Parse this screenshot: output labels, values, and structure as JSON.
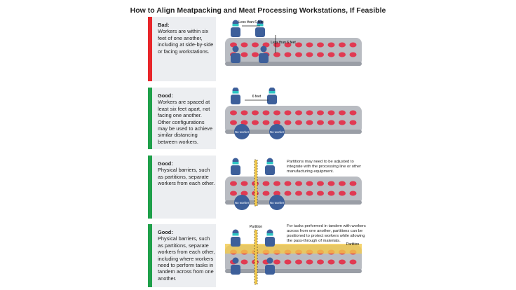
{
  "title": "How to Align Meatpacking and Meat Processing Workstations, If Feasible",
  "colors": {
    "bad": "#e8262a",
    "good": "#1fa04a",
    "belt": "#b9bcc2",
    "meat": "#e13a52",
    "worker": "#3d5f9a",
    "mask": "#2ec4c4",
    "partition": "#f2c94c"
  },
  "panels": [
    {
      "status": "Bad:",
      "text": "Workers are within six feet of one another, including at side-by-side or facing workstations."
    },
    {
      "status": "Good:",
      "text": "Workers are spaced at least six feet apart, not facing one another. Other configurations may be used to achieve similar distancing between workers."
    },
    {
      "status": "Good:",
      "text": "Physical barriers, such as partitions, separate workers from each other."
    },
    {
      "status": "Good:",
      "text": "Physical barriers, such as partitions, separate workers from each other, including where workers need to perform tasks in tandem across from one another."
    }
  ],
  "labels": {
    "less_than_6_feet": "Less than 6 feet",
    "six_feet": "6 feet",
    "no_worker": "No worker",
    "partition": "Partition",
    "note_3": "Partitions may need to be adjusted to integrate with the processing line or other manufacturing equipment.",
    "note_4": "For tasks performed in tandem with workers across from one another, partitions can be positioned to protect workers while allowing the pass-through of materials."
  }
}
